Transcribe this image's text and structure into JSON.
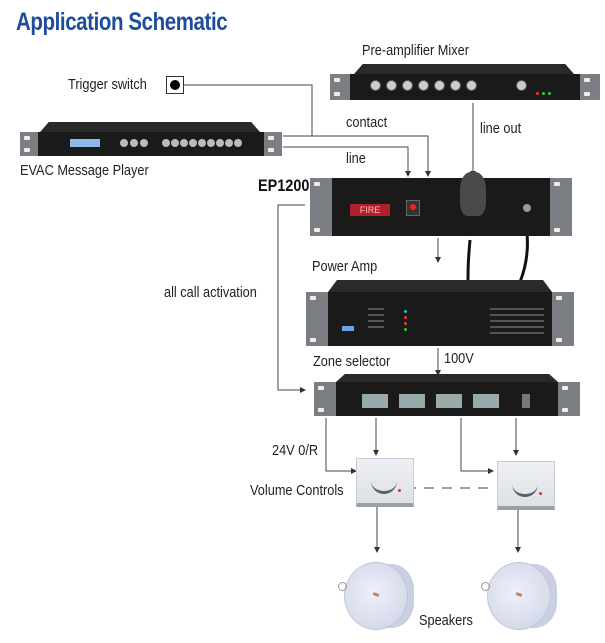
{
  "title": "Application Schematic",
  "devices": {
    "preamp": {
      "label": "Pre-amplifier Mixer",
      "icon": "rack-mixer-icon"
    },
    "trigger": {
      "label": "Trigger switch",
      "icon": "push-button-icon"
    },
    "message_player": {
      "label": "EVAC Message Player",
      "icon": "rack-player-icon"
    },
    "ep1200": {
      "label": "EP1200",
      "display_text": "FIRE",
      "icon": "rack-evac-controller-icon"
    },
    "power_amp": {
      "label": "Power Amp",
      "icon": "rack-amplifier-icon"
    },
    "zone_selector": {
      "label": "Zone selector",
      "icon": "rack-zone-selector-icon"
    },
    "volume_controls": {
      "label": "Volume Controls",
      "icon": "volume-control-icon"
    },
    "speakers": {
      "label": "Speakers",
      "icon": "ceiling-speaker-icon"
    }
  },
  "connections": {
    "contact": "contact",
    "line": "line",
    "line_out": "line out",
    "all_call": "all call activation",
    "voltage": "100V",
    "override": "24V 0/R"
  },
  "colors": {
    "title": "#1d4d9c",
    "wire": "#333333",
    "fire_display": "#b0202a"
  }
}
